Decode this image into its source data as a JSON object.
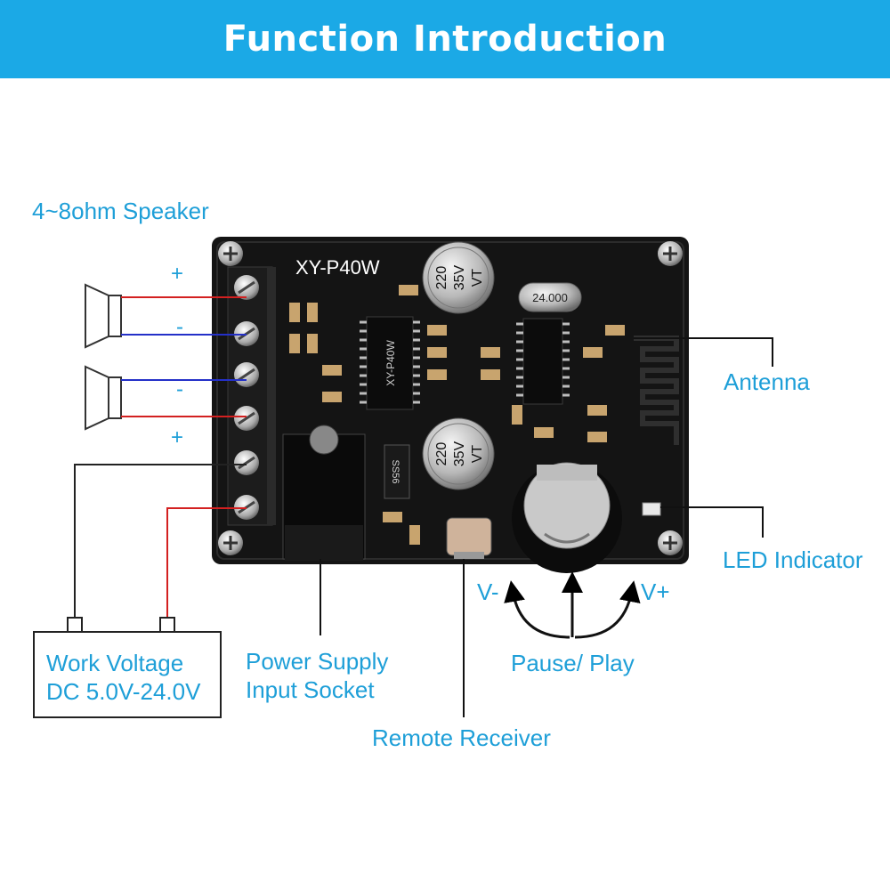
{
  "header": {
    "title": "Function Introduction"
  },
  "board": {
    "model": "XY-P40W",
    "chip_label": "XY-P40W",
    "cap_top": [
      "220",
      "35V",
      "VT"
    ],
    "cap_bottom": [
      "220",
      "35V",
      "VT"
    ],
    "crystal": "24.000",
    "diode": "SS56"
  },
  "labels": {
    "speaker": "4~8ohm Speaker",
    "plus_top": "+",
    "minus_top": "-",
    "minus_bottom": "-",
    "plus_bottom": "+",
    "work_voltage_line1": "Work Voltage",
    "work_voltage_line2": "DC 5.0V-24.0V",
    "power_line1": "Power Supply",
    "power_line2": "Input Socket",
    "remote": "Remote Receiver",
    "v_minus": "V-",
    "v_plus": "V+",
    "pause_play": "Pause/ Play",
    "antenna": "Antenna",
    "led": "LED Indicator"
  },
  "colors": {
    "accent": "#1e9fd8",
    "header": "#1ba9e6",
    "wire_red": "#d32020",
    "wire_blue": "#2430c8",
    "pcb": "#141414"
  }
}
